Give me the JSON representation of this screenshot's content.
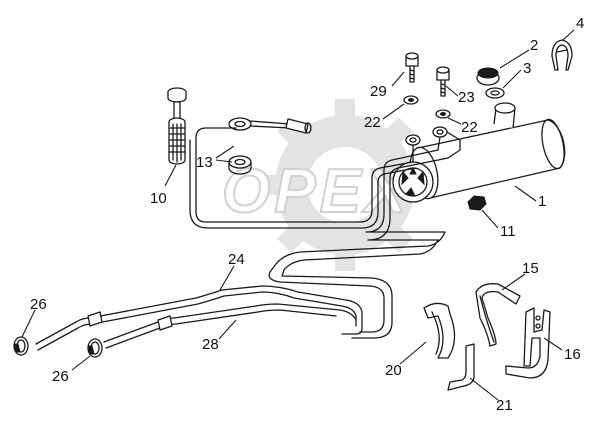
{
  "watermark": {
    "text": "OPEX"
  },
  "callouts": {
    "c1": "1",
    "c2": "2",
    "c3": "3",
    "c4": "4",
    "c10": "10",
    "c11": "11",
    "c13": "13",
    "c15": "15",
    "c16": "16",
    "c20": "20",
    "c21": "21",
    "c22a": "22",
    "c22b": "22",
    "c23": "23",
    "c24": "24",
    "c26a": "26",
    "c26b": "26",
    "c28": "28",
    "c29": "29"
  }
}
